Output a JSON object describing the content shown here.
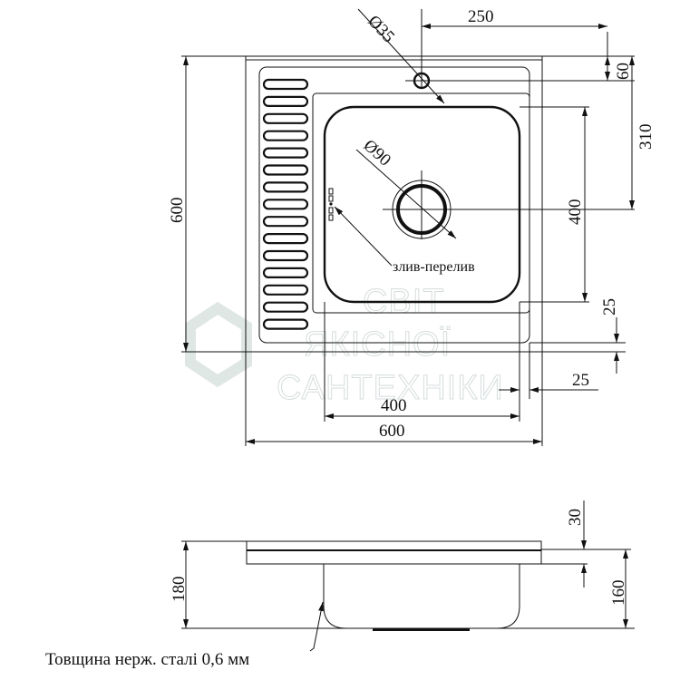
{
  "drawing": {
    "top_view": {
      "dimensions": {
        "tap_hole_diameter": "Ø35",
        "tap_offset_horizontal": "250",
        "tap_offset_vertical": "60",
        "drain_offset_vertical": "310",
        "drain_diameter": "Ø90",
        "bowl_height": "400",
        "bowl_width": "400",
        "overall_height": "600",
        "overall_width": "600",
        "margin_bottom": "25",
        "margin_right": "25"
      },
      "overflow_label": "злив-перелив"
    },
    "side_view": {
      "dimensions": {
        "total_depth": "180",
        "bowl_depth": "160",
        "rim_height": "30"
      },
      "thickness_note": "Товщина нерж. сталі 0,6 мм"
    },
    "watermark": [
      "СВІТ",
      "ЯКІСНОЇ",
      "САНТЕХНІКИ"
    ],
    "colors": {
      "line": "#111111",
      "watermark": "#d6dcdc"
    }
  }
}
